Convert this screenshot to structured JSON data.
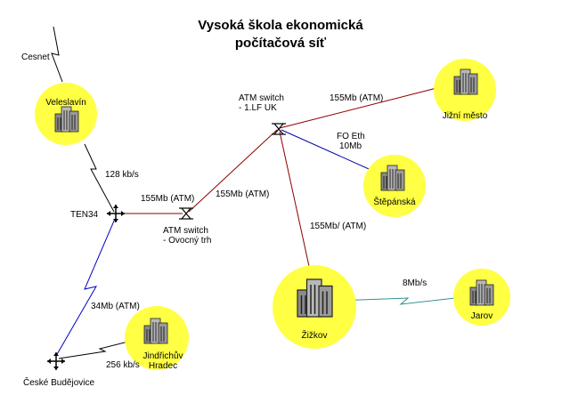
{
  "title": {
    "line1": "Vysoká škola ekonomická",
    "line2": "počítačová síť"
  },
  "colors": {
    "node_fill": "#ffff44",
    "atm_link": "#8b0000",
    "eth_link": "#0000aa",
    "serial_link": "#0000cc",
    "wireless_link": "#2f8f8f",
    "ground_link": "#000000"
  },
  "nodes": {
    "cesnet": "Cesnet",
    "veleslavin": "Veleslavín",
    "jizni_mesto": "Jižní město",
    "stepanska": "Štěpánská",
    "zizkov": "Žižkov",
    "jarov": "Jarov",
    "jindrichuv_hradec_1": "Jindřichův",
    "jindrichuv_hradec_2": "Hradec",
    "ceske_budejovice": "České Budějovice",
    "ten34": "TEN34",
    "atm_lf_1": "ATM switch",
    "atm_lf_2": "- 1.LF UK",
    "atm_ovocny_1": "ATM switch",
    "atm_ovocny_2": "- Ovocný trh"
  },
  "links": {
    "veleslavin_ten34": "128 kb/s",
    "ten34_ovocny": "155Mb (ATM)",
    "ovocny_lf": "155Mb (ATM)",
    "lf_jizni": "155Mb (ATM)",
    "lf_stepanska_1": "FO Eth",
    "lf_stepanska_2": "10Mb",
    "lf_zizkov": "155Mb/ (ATM)",
    "zizkov_jarov": "8Mb/s",
    "ten34_budejovice": "34Mb (ATM)",
    "budejovice_jh": "256 kb/s"
  }
}
